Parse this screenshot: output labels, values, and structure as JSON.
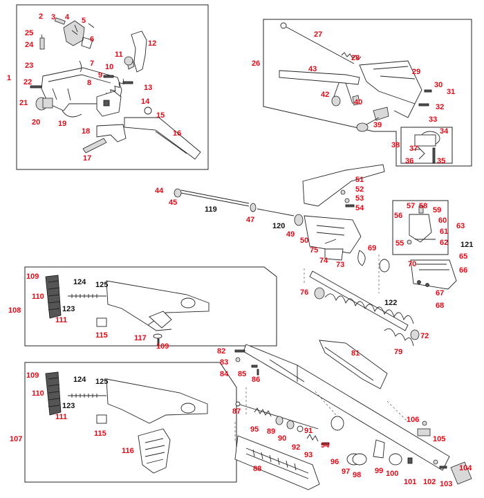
{
  "colors": {
    "label_red": "#e30613",
    "label_black": "#111111",
    "line": "#222222"
  },
  "part_labels": [
    {
      "id": "p1",
      "text": "1",
      "color": "red"
    },
    {
      "id": "p2",
      "text": "2",
      "color": "red"
    },
    {
      "id": "p3",
      "text": "3",
      "color": "red"
    },
    {
      "id": "p4",
      "text": "4",
      "color": "red"
    },
    {
      "id": "p5",
      "text": "5",
      "color": "red"
    },
    {
      "id": "p6",
      "text": "6",
      "color": "red"
    },
    {
      "id": "p7",
      "text": "7",
      "color": "red"
    },
    {
      "id": "p8",
      "text": "8",
      "color": "red"
    },
    {
      "id": "p9",
      "text": "9",
      "color": "red"
    },
    {
      "id": "p10",
      "text": "10",
      "color": "red"
    },
    {
      "id": "p11",
      "text": "11",
      "color": "red"
    },
    {
      "id": "p12",
      "text": "12",
      "color": "red"
    },
    {
      "id": "p13",
      "text": "13",
      "color": "red"
    },
    {
      "id": "p14",
      "text": "14",
      "color": "red"
    },
    {
      "id": "p15",
      "text": "15",
      "color": "red"
    },
    {
      "id": "p16",
      "text": "16",
      "color": "red"
    },
    {
      "id": "p17",
      "text": "17",
      "color": "red"
    },
    {
      "id": "p18",
      "text": "18",
      "color": "red"
    },
    {
      "id": "p19",
      "text": "19",
      "color": "red"
    },
    {
      "id": "p20",
      "text": "20",
      "color": "red"
    },
    {
      "id": "p21",
      "text": "21",
      "color": "red"
    },
    {
      "id": "p22",
      "text": "22",
      "color": "red"
    },
    {
      "id": "p23",
      "text": "23",
      "color": "red"
    },
    {
      "id": "p24",
      "text": "24",
      "color": "red"
    },
    {
      "id": "p25",
      "text": "25",
      "color": "red"
    },
    {
      "id": "p26",
      "text": "26",
      "color": "red"
    },
    {
      "id": "p27",
      "text": "27",
      "color": "red"
    },
    {
      "id": "p28",
      "text": "28",
      "color": "red"
    },
    {
      "id": "p29",
      "text": "29",
      "color": "red"
    },
    {
      "id": "p30",
      "text": "30",
      "color": "red"
    },
    {
      "id": "p31",
      "text": "31",
      "color": "red"
    },
    {
      "id": "p32",
      "text": "32",
      "color": "red"
    },
    {
      "id": "p33",
      "text": "33",
      "color": "red"
    },
    {
      "id": "p34",
      "text": "34",
      "color": "red"
    },
    {
      "id": "p35",
      "text": "35",
      "color": "red"
    },
    {
      "id": "p36",
      "text": "36",
      "color": "red"
    },
    {
      "id": "p37",
      "text": "37",
      "color": "red"
    },
    {
      "id": "p38",
      "text": "38",
      "color": "red"
    },
    {
      "id": "p39",
      "text": "39",
      "color": "red"
    },
    {
      "id": "p40",
      "text": "40",
      "color": "red"
    },
    {
      "id": "p42",
      "text": "42",
      "color": "red"
    },
    {
      "id": "p43",
      "text": "43",
      "color": "red"
    },
    {
      "id": "p44",
      "text": "44",
      "color": "red"
    },
    {
      "id": "p45",
      "text": "45",
      "color": "red"
    },
    {
      "id": "p119",
      "text": "119",
      "color": "black"
    },
    {
      "id": "p47",
      "text": "47",
      "color": "red"
    },
    {
      "id": "p120",
      "text": "120",
      "color": "black"
    },
    {
      "id": "p49",
      "text": "49",
      "color": "red"
    },
    {
      "id": "p50",
      "text": "50",
      "color": "red"
    },
    {
      "id": "p51",
      "text": "51",
      "color": "red"
    },
    {
      "id": "p52",
      "text": "52",
      "color": "red"
    },
    {
      "id": "p53",
      "text": "53",
      "color": "red"
    },
    {
      "id": "p54",
      "text": "54",
      "color": "red"
    },
    {
      "id": "p55",
      "text": "55",
      "color": "red"
    },
    {
      "id": "p56",
      "text": "56",
      "color": "red"
    },
    {
      "id": "p57",
      "text": "57",
      "color": "red"
    },
    {
      "id": "p58",
      "text": "58",
      "color": "red"
    },
    {
      "id": "p59",
      "text": "59",
      "color": "red"
    },
    {
      "id": "p60",
      "text": "60",
      "color": "red"
    },
    {
      "id": "p61",
      "text": "61",
      "color": "red"
    },
    {
      "id": "p62",
      "text": "62",
      "color": "red"
    },
    {
      "id": "p63",
      "text": "63",
      "color": "red"
    },
    {
      "id": "p121",
      "text": "121",
      "color": "black"
    },
    {
      "id": "p65",
      "text": "65",
      "color": "red"
    },
    {
      "id": "p66",
      "text": "66",
      "color": "red"
    },
    {
      "id": "p67",
      "text": "67",
      "color": "red"
    },
    {
      "id": "p68",
      "text": "68",
      "color": "red"
    },
    {
      "id": "p69",
      "text": "69",
      "color": "red"
    },
    {
      "id": "p70",
      "text": "70",
      "color": "red"
    },
    {
      "id": "p72",
      "text": "72",
      "color": "red"
    },
    {
      "id": "p73",
      "text": "73",
      "color": "red"
    },
    {
      "id": "p74",
      "text": "74",
      "color": "red"
    },
    {
      "id": "p75",
      "text": "75",
      "color": "red"
    },
    {
      "id": "p76",
      "text": "76",
      "color": "red"
    },
    {
      "id": "p122",
      "text": "122",
      "color": "black"
    },
    {
      "id": "p79",
      "text": "79",
      "color": "red"
    },
    {
      "id": "p81",
      "text": "81",
      "color": "red"
    },
    {
      "id": "p82",
      "text": "82",
      "color": "red"
    },
    {
      "id": "p83",
      "text": "83",
      "color": "red"
    },
    {
      "id": "p84",
      "text": "84",
      "color": "red"
    },
    {
      "id": "p85",
      "text": "85",
      "color": "red"
    },
    {
      "id": "p86",
      "text": "86",
      "color": "red"
    },
    {
      "id": "p87",
      "text": "87",
      "color": "red"
    },
    {
      "id": "p88",
      "text": "88",
      "color": "red"
    },
    {
      "id": "p89",
      "text": "89",
      "color": "red"
    },
    {
      "id": "p90",
      "text": "90",
      "color": "red"
    },
    {
      "id": "p91",
      "text": "91",
      "color": "red"
    },
    {
      "id": "p92",
      "text": "92",
      "color": "red"
    },
    {
      "id": "p93",
      "text": "93",
      "color": "red"
    },
    {
      "id": "p94",
      "text": "94",
      "color": "red"
    },
    {
      "id": "p95",
      "text": "95",
      "color": "red"
    },
    {
      "id": "p96",
      "text": "96",
      "color": "red"
    },
    {
      "id": "p97",
      "text": "97",
      "color": "red"
    },
    {
      "id": "p98",
      "text": "98",
      "color": "red"
    },
    {
      "id": "p99",
      "text": "99",
      "color": "red"
    },
    {
      "id": "p100",
      "text": "100",
      "color": "red"
    },
    {
      "id": "p101",
      "text": "101",
      "color": "red"
    },
    {
      "id": "p102",
      "text": "102",
      "color": "red"
    },
    {
      "id": "p103",
      "text": "103",
      "color": "red"
    },
    {
      "id": "p104",
      "text": "104",
      "color": "red"
    },
    {
      "id": "p105",
      "text": "105",
      "color": "red"
    },
    {
      "id": "p106",
      "text": "106",
      "color": "red"
    },
    {
      "id": "p107",
      "text": "107",
      "color": "red"
    },
    {
      "id": "p108",
      "text": "108",
      "color": "red"
    },
    {
      "id": "p109a",
      "text": "109",
      "color": "red"
    },
    {
      "id": "p110a",
      "text": "110",
      "color": "red"
    },
    {
      "id": "p111a",
      "text": "111",
      "color": "red"
    },
    {
      "id": "p123a",
      "text": "123",
      "color": "black"
    },
    {
      "id": "p124a",
      "text": "124",
      "color": "black"
    },
    {
      "id": "p125a",
      "text": "125",
      "color": "black"
    },
    {
      "id": "p115a",
      "text": "115",
      "color": "red"
    },
    {
      "id": "p117",
      "text": "117",
      "color": "red"
    },
    {
      "id": "p109b",
      "text": "109",
      "color": "red"
    },
    {
      "id": "p109c",
      "text": "109",
      "color": "red"
    },
    {
      "id": "p110b",
      "text": "110",
      "color": "red"
    },
    {
      "id": "p111b",
      "text": "111",
      "color": "red"
    },
    {
      "id": "p123b",
      "text": "123",
      "color": "black"
    },
    {
      "id": "p124b",
      "text": "124",
      "color": "black"
    },
    {
      "id": "p125b",
      "text": "125",
      "color": "black"
    },
    {
      "id": "p115b",
      "text": "115",
      "color": "red"
    },
    {
      "id": "p116",
      "text": "116",
      "color": "red"
    }
  ]
}
